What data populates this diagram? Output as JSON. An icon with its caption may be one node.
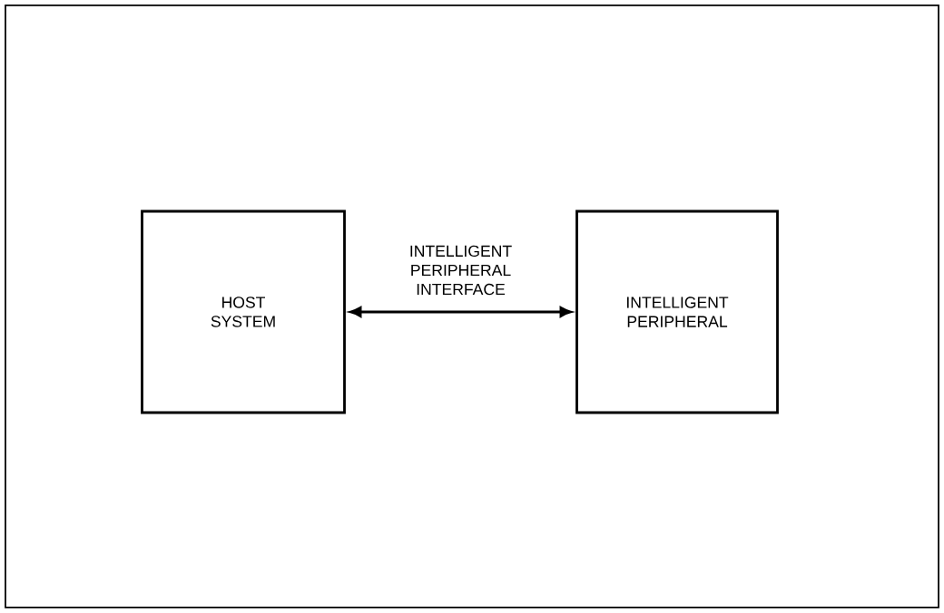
{
  "diagram": {
    "nodes": [
      {
        "text": [
          "HOST SYSTEM"
        ]
      },
      {
        "text": [
          "INTELLIGENT PERIPHERAL"
        ]
      }
    ],
    "edges": [
      {
        "from": 0,
        "to": 1,
        "arrow": "both",
        "label": "INTELLIGENT PERIPHERAL INTERFACE"
      }
    ]
  }
}
